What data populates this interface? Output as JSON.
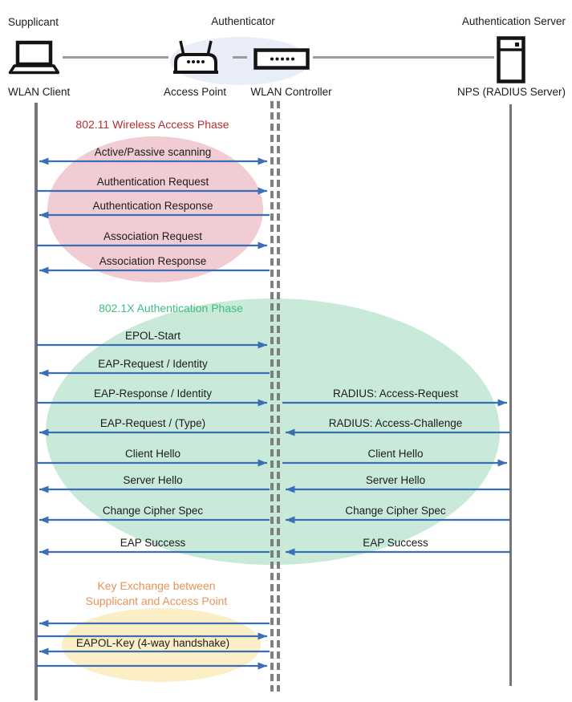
{
  "header": {
    "roles": {
      "supplicant": "Supplicant",
      "authenticator": "Authenticator",
      "auth_server": "Authentication Server"
    },
    "devices": {
      "wlan_client": "WLAN Client",
      "access_point": "Access Point",
      "wlan_controller": "WLAN Controller",
      "nps": "NPS (RADIUS Server)"
    },
    "icons": [
      "laptop-icon",
      "access-point-icon",
      "wlan-controller-icon",
      "server-icon"
    ]
  },
  "phases": {
    "p1": {
      "title": "802.11 Wireless Access Phase",
      "title_color": "#B43030",
      "ellipse_color": "#F1CCD2"
    },
    "p2": {
      "title": "802.1X Authentication Phase",
      "title_color": "#3EBD7E",
      "ellipse_color": "#C9EAD8"
    },
    "p3": {
      "title_line1": "Key Exchange between",
      "title_line2": "Supplicant and Access Point",
      "title_color": "#E8935C",
      "ellipse_color": "#FCEFC6"
    }
  },
  "messages": {
    "p1": [
      {
        "label": "Active/Passive scanning",
        "direction": "both"
      },
      {
        "label": "Authentication Request",
        "direction": "right"
      },
      {
        "label": "Authentication Response",
        "direction": "left"
      },
      {
        "label": "Association Request",
        "direction": "right"
      },
      {
        "label": "Association Response",
        "direction": "left"
      }
    ],
    "p2_client_controller": [
      {
        "label": "EPOL-Start",
        "direction": "right"
      },
      {
        "label": "EAP-Request / Identity",
        "direction": "left"
      },
      {
        "label": "EAP-Response / Identity",
        "direction": "right"
      },
      {
        "label": "EAP-Request / (Type)",
        "direction": "left"
      },
      {
        "label": "Client Hello",
        "direction": "right"
      },
      {
        "label": "Server Hello",
        "direction": "left"
      },
      {
        "label": "Change Cipher Spec",
        "direction": "left"
      },
      {
        "label": "EAP Success",
        "direction": "left"
      }
    ],
    "p2_controller_server": [
      {
        "label": "RADIUS: Access-Request",
        "direction": "right"
      },
      {
        "label": "RADIUS: Access-Challenge",
        "direction": "left"
      },
      {
        "label": "Client Hello",
        "direction": "right"
      },
      {
        "label": "Server Hello",
        "direction": "left"
      },
      {
        "label": "Change Cipher Spec",
        "direction": "left"
      },
      {
        "label": "EAP Success",
        "direction": "left"
      }
    ],
    "p3": [
      {
        "label": "",
        "direction": "left"
      },
      {
        "label": "",
        "direction": "right"
      },
      {
        "label": "EAPOL-Key (4-way handshake)",
        "direction": "left"
      },
      {
        "label": "",
        "direction": "right"
      }
    ]
  },
  "colors": {
    "arrow": "#3A6EB5",
    "lifeline": "#767676",
    "connector": "#9C9C9C",
    "icon_stroke": "#141414"
  }
}
